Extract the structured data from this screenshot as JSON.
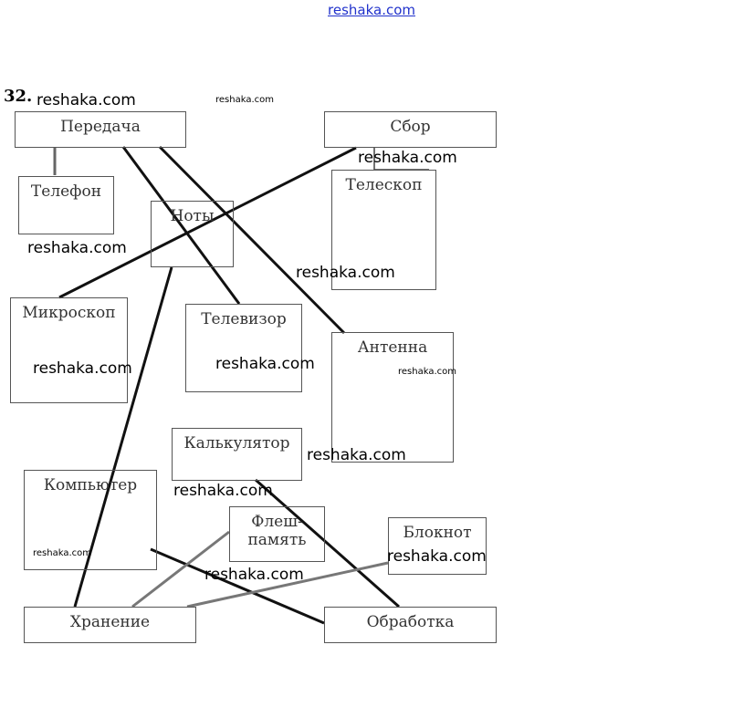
{
  "header_link": "reshaka.com",
  "problem_number": "32.",
  "nodes": {
    "peredacha": "Передача",
    "sbor": "Сбор",
    "telefon": "Телефон",
    "noty": "Ноты",
    "teleskop": "Телескоп",
    "mikroskop": "Микроскоп",
    "televizor": "Телевизор",
    "antenna": "Антенна",
    "kalkulyator": "Калькулятор",
    "kompyuter": "Компьютер",
    "flesh": "Флеш-\nпамять",
    "bloknot": "Блокнот",
    "hranenie": "Хранение",
    "obrabotka": "Обработка"
  },
  "watermark": "reshaka.com"
}
